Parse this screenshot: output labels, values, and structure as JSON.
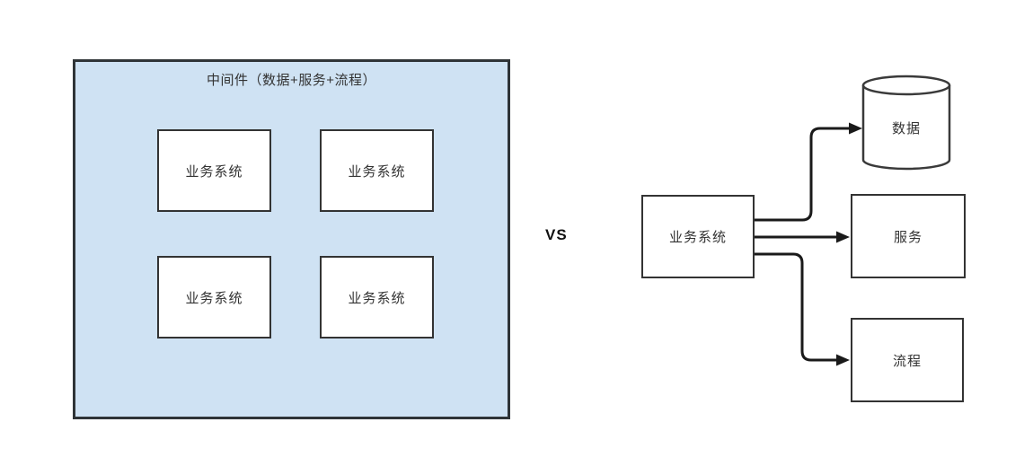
{
  "diagram": {
    "vs_label": "VS",
    "left_panel": {
      "title": "中间件（数据+服务+流程）",
      "systems": [
        {
          "label": "业务系统"
        },
        {
          "label": "业务系统"
        },
        {
          "label": "业务系统"
        },
        {
          "label": "业务系统"
        }
      ]
    },
    "right_panel": {
      "source": {
        "label": "业务系统"
      },
      "targets": [
        {
          "label": "数据",
          "shape": "cylinder"
        },
        {
          "label": "服务",
          "shape": "rectangle"
        },
        {
          "label": "流程",
          "shape": "rectangle"
        }
      ]
    },
    "colors": {
      "container_fill": "#cfe2f3",
      "container_border": "#2f3437",
      "box_fill": "#ffffff",
      "box_border": "#333333",
      "arrow": "#1a1a1a",
      "text": "#333333"
    }
  }
}
